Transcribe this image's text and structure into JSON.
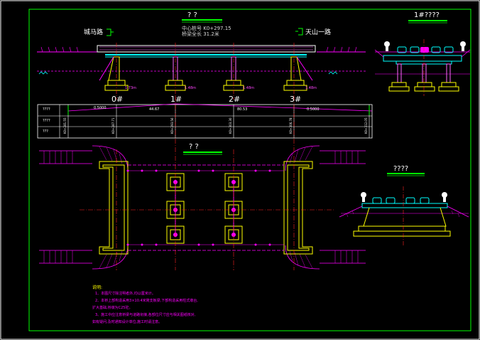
{
  "elevation": {
    "title": "?    ?",
    "station_label": "中心桩号 K0+297.15",
    "length_label": "桥梁全长 31.2米",
    "left_road": "城马路",
    "right_road": "天山一路",
    "piers": [
      "0#",
      "1#",
      "2#",
      "3#"
    ],
    "ground_tags": [
      "1.73m",
      "1.48m",
      "1.48m",
      "1.48m"
    ]
  },
  "profile_table": {
    "row_labels": [
      "????",
      "????",
      "???"
    ],
    "slope_labels": [
      "0.5000",
      "44.67",
      "80.53",
      "0.5000"
    ],
    "station_labels": [
      "K0+281.55",
      "K0+287.71",
      "K0+293.56",
      "K0+303.30",
      "K0+306.78",
      "K0+312.05"
    ]
  },
  "plan": {
    "title": "?    ?"
  },
  "cross_section_top": {
    "title": "1#????"
  },
  "cross_section_bottom": {
    "title": "????"
  },
  "notes": {
    "heading": "说明:",
    "lines": [
      "1、本图尺寸除注明者外,均以厘米计。",
      "2、本桥上部构造采用3×10.4米简支板梁,下部构造采用柱式墩台,",
      "   扩大基础,桥墩为C25砼。",
      "3、施工中应注意桥梁与道路衔接,各部位尺寸应与相关图纸核对,",
      "   如有疑问,及时通知设计单位,施工时请注意。"
    ]
  }
}
